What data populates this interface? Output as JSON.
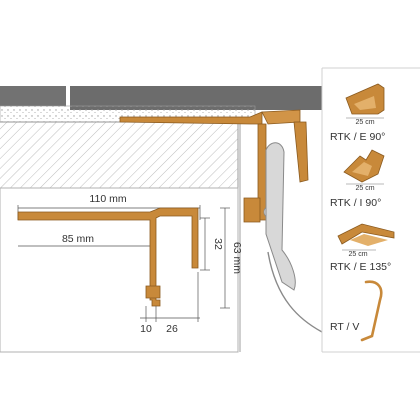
{
  "colors": {
    "profile": "#c8893a",
    "profile_dark": "#8a5a1f",
    "slab": "#6e6e6e",
    "wall_hatch": "#b9b9b9",
    "line": "#555555",
    "divider": "#d0d0d0"
  },
  "main_diagram": {
    "dim_width_long": "110 mm",
    "dim_width_short": "85 mm",
    "dim_height_small": "32",
    "dim_height_large": "63 mm",
    "dim_bottom_a": "10",
    "dim_bottom_b": "26"
  },
  "variants": [
    {
      "icon": "outer-corner-90-icon",
      "length": "25 cm",
      "label": "RTK / E 90°"
    },
    {
      "icon": "inner-corner-90-icon",
      "length": "25 cm",
      "label": "RTK / I 90°"
    },
    {
      "icon": "outer-corner-135-icon",
      "length": "25 cm",
      "label": "RTK / E 135°"
    },
    {
      "icon": "gutter-profile-icon",
      "length": "",
      "label": "RT / V"
    }
  ]
}
